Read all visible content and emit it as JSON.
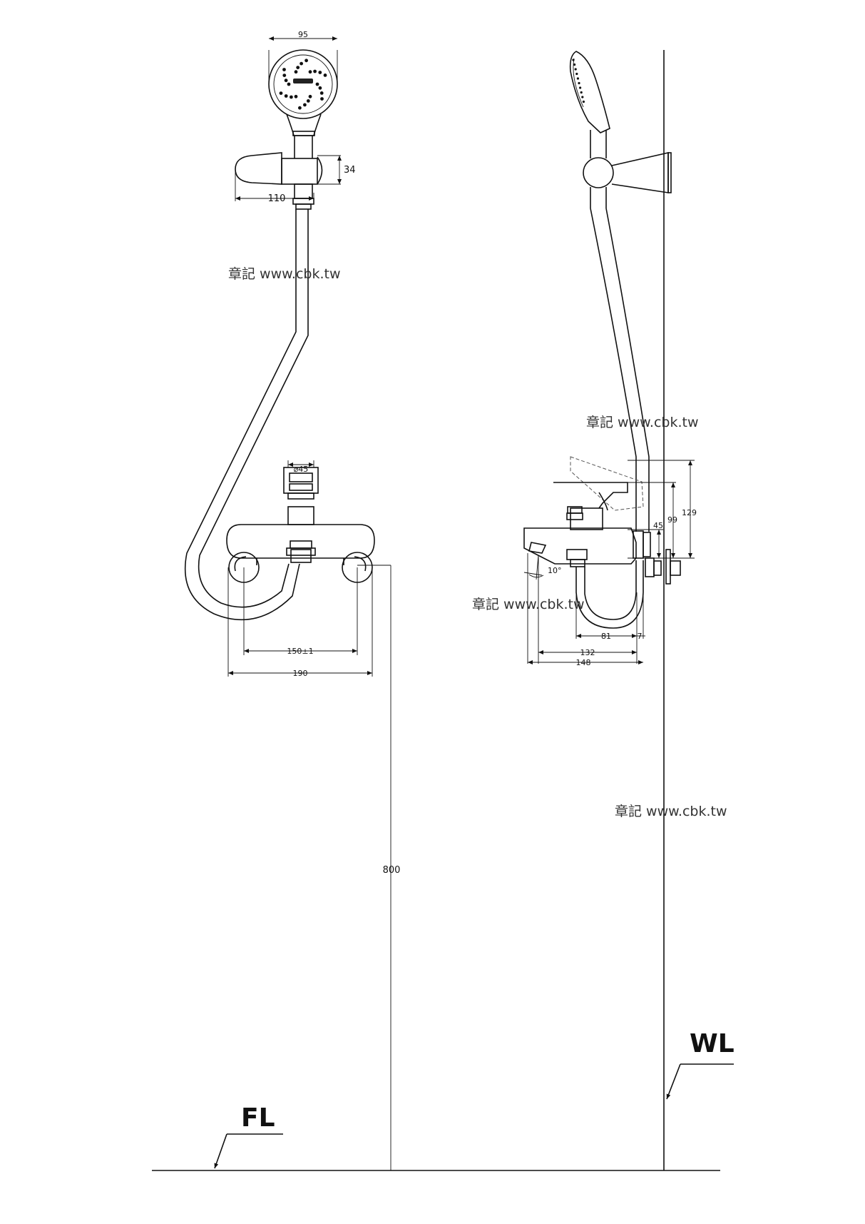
{
  "watermark": "章記 www.cbk.tw",
  "levels": {
    "floor": "FL",
    "wall": "WL"
  },
  "front_dims": {
    "head_width": "95",
    "holder_height": "34",
    "holder_width": "110",
    "inlet_dia": "⌀45",
    "centers": "150±1",
    "overall_width": "190",
    "mount_height": "800"
  },
  "side_dims": {
    "h129": "129",
    "h99": "99",
    "h45": "45",
    "angle": "10°",
    "d81": "81",
    "d7": "7",
    "d132": "132",
    "d148": "148"
  }
}
